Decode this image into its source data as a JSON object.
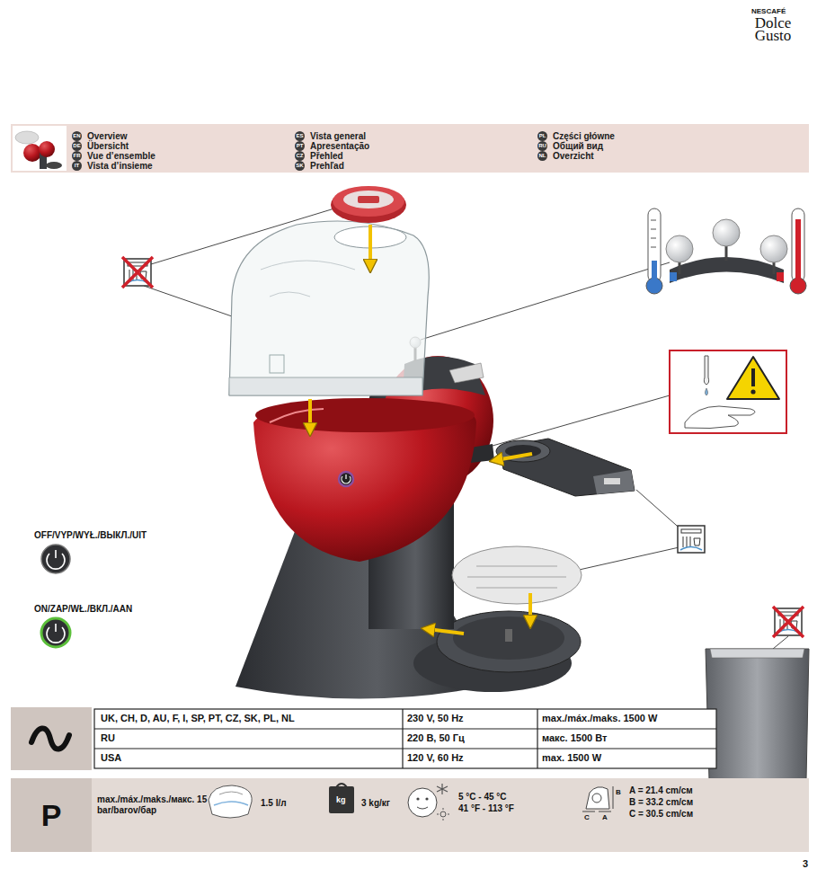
{
  "diagram": {
    "nodes": [
      {
        "text": [
          "EN",
          "Overview"
        ]
      },
      {
        "text": [
          "DE",
          "Übersicht"
        ]
      },
      {
        "text": [
          "FR",
          "Vue d’ensemble"
        ]
      },
      {
        "text": [
          "IT",
          "Vista d’insieme"
        ]
      },
      {
        "text": [
          "ES",
          "Vista general"
        ]
      },
      {
        "text": [
          "PT",
          "Apresentação"
        ]
      },
      {
        "text": [
          "CZ",
          "Přehled"
        ]
      },
      {
        "text": [
          "SK",
          "Prehľad"
        ]
      },
      {
        "text": [
          "PL",
          "Części główne"
        ]
      },
      {
        "text": [
          "RU",
          "Общий вид"
        ]
      },
      {
        "text": [
          "NL",
          "Overzicht"
        ]
      },
      {
        "text": [
          "P"
        ]
      }
    ],
    "labels": [
      "NESCAFÉ",
      "Dolce Gusto",
      "OFF/VYP/WYŁ./ВЫКЛ./UIT",
      "ON/ZAP/WŁ./ВКЛ./AAN",
      "UK, CH, D, AU, F, I, SP, PT, CZ, SK, PL, NL",
      "230 V, 50 Hz",
      "max./máx./maks. 1500 W",
      "RU",
      "220 В, 50 Гц",
      "макс. 1500 Вт",
      "USA",
      "120 V, 60 Hz",
      "max. 1500 W",
      "max./máx./maks./макс. 15 bar/barov/бар",
      "1.5 l/л",
      "kg",
      "3 kg/кг",
      "5 °C - 45 °C",
      "41 °F - 113 °F",
      "B",
      "C",
      "A",
      "A = 21.4 cm/см",
      "B = 33.2 cm/см",
      "C = 30.5 cm/см",
      "3"
    ]
  }
}
